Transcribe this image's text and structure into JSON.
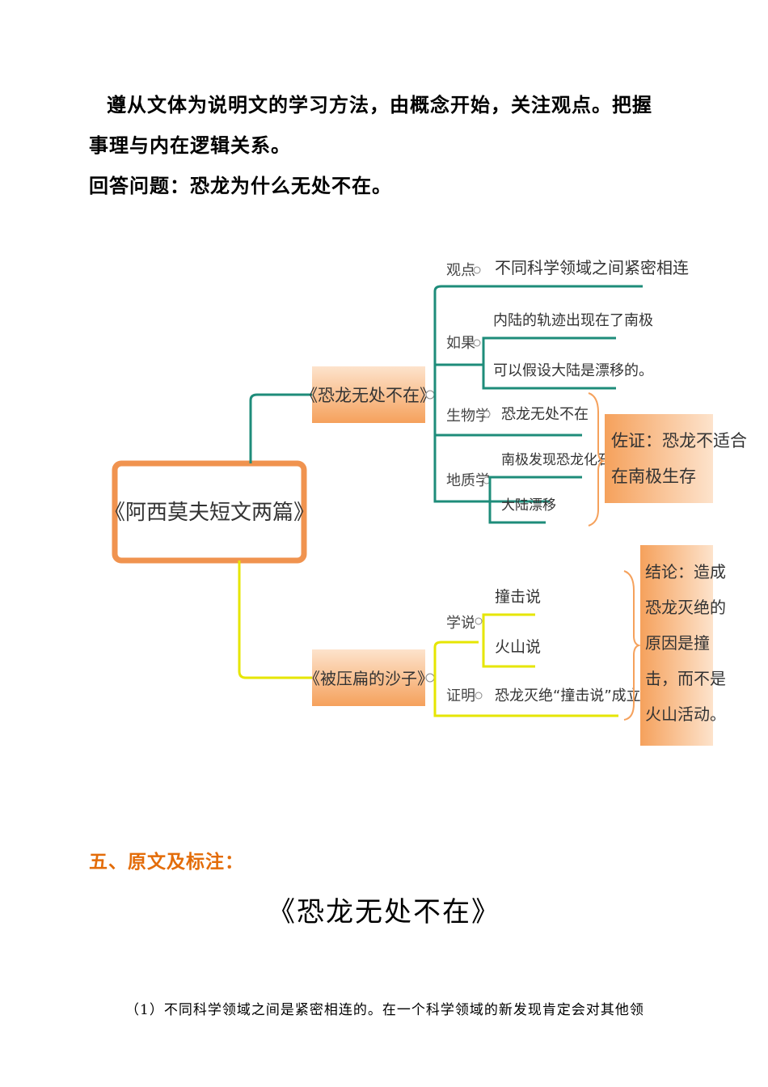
{
  "intro": {
    "line1": "遵从文体为说明文的学习方法，由概念开始，关注观点。把握",
    "line2": "事理与内在逻辑关系。",
    "line3": "回答问题：恐龙为什么无处不在。"
  },
  "mindmap": {
    "root": "《阿西莫夫短文两篇》",
    "branch1": {
      "title": "《恐龙无处不在》",
      "viewpoint_label": "观点",
      "viewpoint_text": "不同科学领域之间紧密相连",
      "if_label": "如果",
      "if_item1": "内陆的轨迹出现在了南极",
      "if_item2": "可以假设大陆是漂移的。",
      "bio_label": "生物学",
      "bio_text": "恐龙无处不在",
      "geo_label": "地质学",
      "geo_item1": "南极发现恐龙化石",
      "geo_item2": "大陆漂移",
      "evidence_line1": "佐证：恐龙不适合",
      "evidence_line2": "在南极生存"
    },
    "branch2": {
      "title": "《被压扁的沙子》",
      "theory_label": "学说",
      "theory_item1": "撞击说",
      "theory_item2": "火山说",
      "proof_label": "证明",
      "proof_text": "恐龙灭绝“撞击说”成立",
      "conclusion_lines": [
        "结论：造成",
        "恐龙灭绝的",
        "原因是撞",
        "击，而不是",
        "火山活动。"
      ]
    }
  },
  "section": {
    "heading": "五、原文及标注：",
    "title": "《恐龙无处不在》",
    "first_line": "（1）不同科学领域之间是紧密相连的。在一个科学领域的新发现肯定会对其他领"
  },
  "colors": {
    "teal": "#1e8c7a",
    "yellow": "#e6e600",
    "orange_box": "#f4a460",
    "orange_text": "#e36c09"
  }
}
